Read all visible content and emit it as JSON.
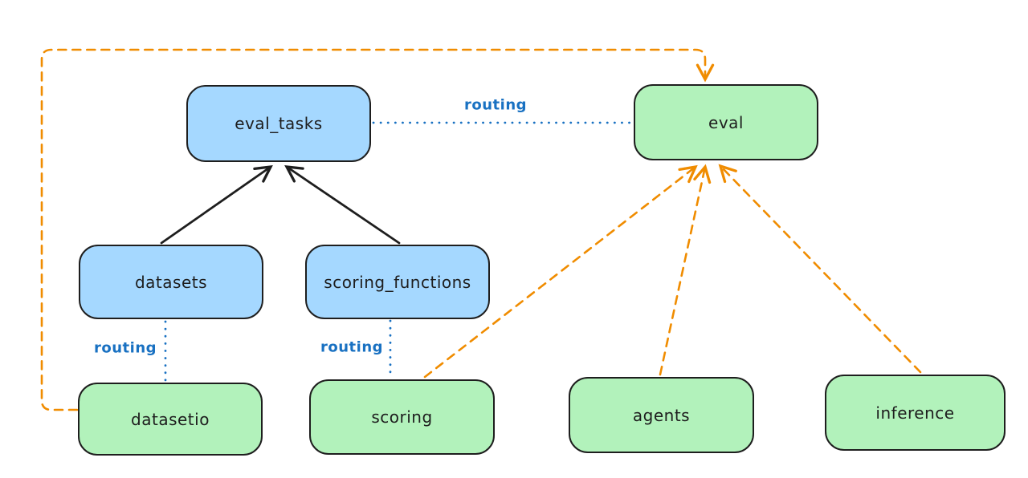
{
  "diagram": {
    "background": "#ffffff",
    "colors": {
      "api_node_fill": "#a5d8ff",
      "provider_node_fill": "#b2f2bb",
      "node_outline": "#1e1e1e",
      "routing_line": "#1971c2",
      "provider_arrow": "#f08c00",
      "relation_arrow": "#1e1e1e"
    },
    "nodes": [
      {
        "id": "eval_tasks",
        "label": "eval_tasks",
        "kind": "blue"
      },
      {
        "id": "eval",
        "label": "eval",
        "kind": "green"
      },
      {
        "id": "datasets",
        "label": "datasets",
        "kind": "blue"
      },
      {
        "id": "scoring_functions",
        "label": "scoring_functions",
        "kind": "blue"
      },
      {
        "id": "datasetio",
        "label": "datasetio",
        "kind": "green"
      },
      {
        "id": "scoring",
        "label": "scoring",
        "kind": "green"
      },
      {
        "id": "agents",
        "label": "agents",
        "kind": "green"
      },
      {
        "id": "inference",
        "label": "inference",
        "kind": "green"
      }
    ],
    "edge_labels": [
      {
        "id": "routing-eval-tasks-to-eval",
        "text": "routing"
      },
      {
        "id": "routing-datasets-to-datasetio",
        "text": "routing"
      },
      {
        "id": "routing-scoring-functions-to-scoring",
        "text": "routing"
      }
    ]
  }
}
